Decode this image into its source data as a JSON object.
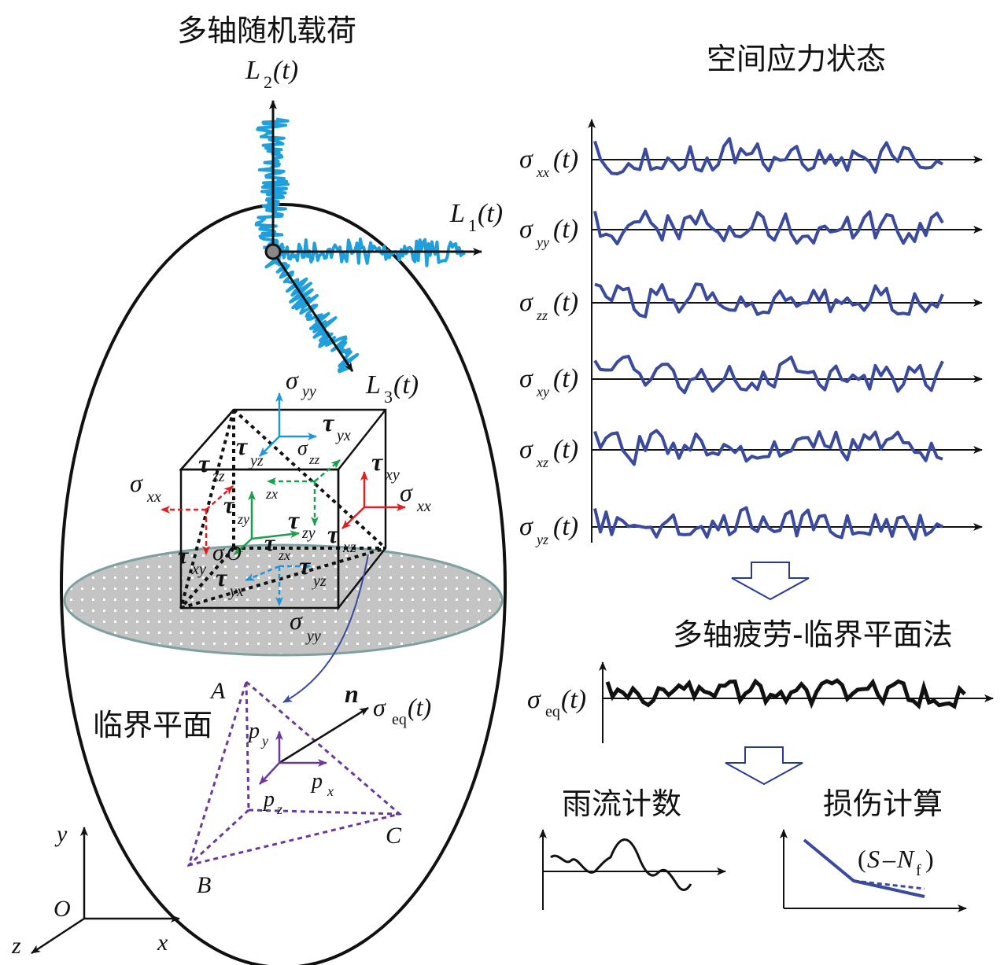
{
  "labels": {
    "multiaxial_load": "多轴随机载荷",
    "spatial_stress": "空间应力状态",
    "critical_plane_method": "多轴疲劳-临界平面法",
    "critical_plane": "临界平面",
    "rainflow": "雨流计数",
    "damage_calc": "损伤计算"
  },
  "load_axes": [
    {
      "sym": "L",
      "sub": "2",
      "arg": "(t)"
    },
    {
      "sym": "L",
      "sub": "1",
      "arg": "(t)"
    },
    {
      "sym": "L",
      "sub": "3",
      "arg": "(t)"
    }
  ],
  "stress_signals": [
    {
      "sym": "σ",
      "sub": "xx",
      "arg": "(t)"
    },
    {
      "sym": "σ",
      "sub": "yy",
      "arg": "(t)"
    },
    {
      "sym": "σ",
      "sub": "zz",
      "arg": "(t)"
    },
    {
      "sym": "σ",
      "sub": "xy",
      "arg": "(t)"
    },
    {
      "sym": "σ",
      "sub": "xz",
      "arg": "(t)"
    },
    {
      "sym": "σ",
      "sub": "yz",
      "arg": "(t)"
    }
  ],
  "equivalent": {
    "sym": "σ",
    "sub": "eq",
    "arg": "(t)"
  },
  "cube_labels": {
    "sigma": "σ",
    "tau": "τ",
    "xx": "xx",
    "yy": "yy",
    "zz": "zz",
    "yx": "yx",
    "yz": "yz",
    "xy": "xy",
    "zx": "zx",
    "zy": "zy",
    "xz": "xz",
    "origin": "O"
  },
  "triangle": {
    "A": "A",
    "B": "B",
    "C": "C",
    "n": "n",
    "p": "p",
    "x": "x",
    "y": "y",
    "z": "z"
  },
  "sn": {
    "open": "(",
    "S": "S",
    "dash": "–",
    "N": "N",
    "f": "f",
    "close": ")"
  },
  "coord": {
    "x": "x",
    "y": "y",
    "z": "z",
    "O": "O"
  },
  "colors": {
    "load": "#1fa0dc",
    "signal": "#3a4a9c",
    "red": "#e02020",
    "green": "#1aa04a",
    "blue": "#2196d6",
    "purple": "#6a3a9a"
  }
}
